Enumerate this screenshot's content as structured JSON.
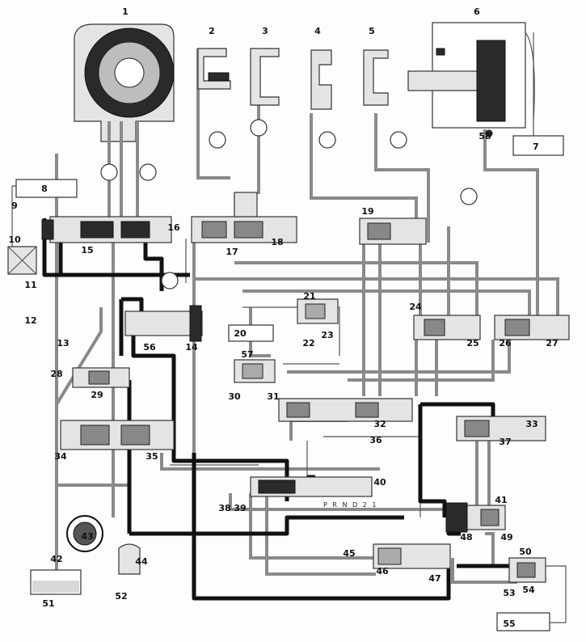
{
  "diagram": {
    "callouts": [
      "1",
      "2",
      "3",
      "4",
      "5",
      "6",
      "7",
      "8",
      "9",
      "10",
      "11",
      "12",
      "13",
      "14",
      "15",
      "16",
      "17",
      "18",
      "19",
      "20",
      "21",
      "22",
      "23",
      "24",
      "25",
      "26",
      "27",
      "28",
      "29",
      "30",
      "31",
      "32",
      "33",
      "34",
      "35",
      "36",
      "37",
      "38",
      "39",
      "40",
      "41",
      "42",
      "43",
      "44",
      "45",
      "46",
      "47",
      "48",
      "49",
      "50",
      "51",
      "52",
      "53",
      "54",
      "55",
      "56",
      "57",
      "58"
    ],
    "selector_positions": "P R N D 2 1",
    "palette": {
      "pressure_line": "#111111",
      "return_line": "#8a8a8a",
      "housing_fill": "#e4e4e4",
      "background": "#fdfdfb"
    }
  }
}
